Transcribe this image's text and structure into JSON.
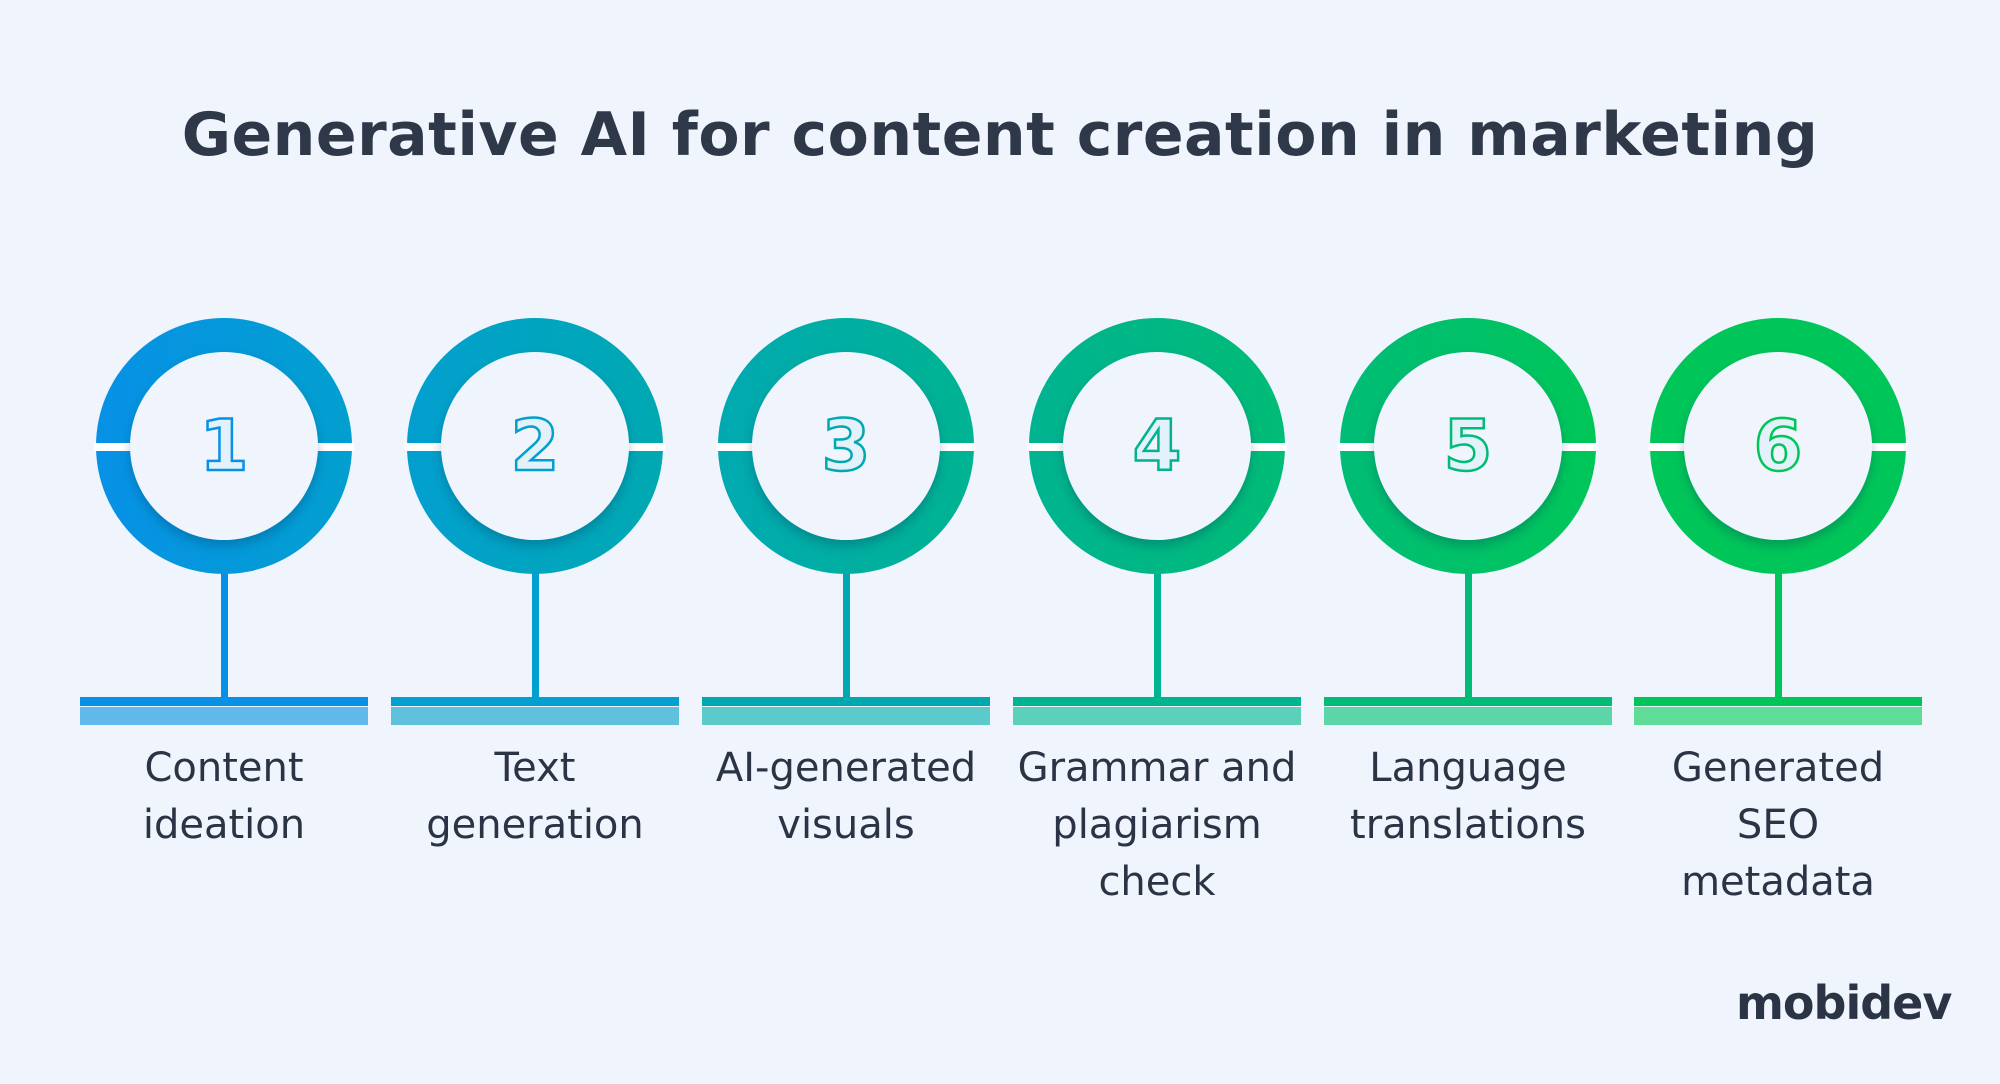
{
  "title": "Generative AI for content creation in marketing",
  "steps": [
    {
      "number": "1",
      "label": "Content ideation",
      "color": "#0791e6",
      "light": "#60b9ea"
    },
    {
      "number": "2",
      "label": "Text generation",
      "color": "#029fcf",
      "light": "#5fc1dc"
    },
    {
      "number": "3",
      "label": "AI-generated visuals",
      "color": "#00a9b1",
      "light": "#5cc9cb"
    },
    {
      "number": "4",
      "label": "Grammar and plagiarism check",
      "color": "#00b391",
      "light": "#5dd0ba"
    },
    {
      "number": "5",
      "label": "Language translations",
      "color": "#00bc76",
      "light": "#5cd6a8"
    },
    {
      "number": "6",
      "label": "Generated SEO metadata",
      "color": "#00c659",
      "light": "#5fdc97"
    }
  ],
  "logo": "mobidev"
}
